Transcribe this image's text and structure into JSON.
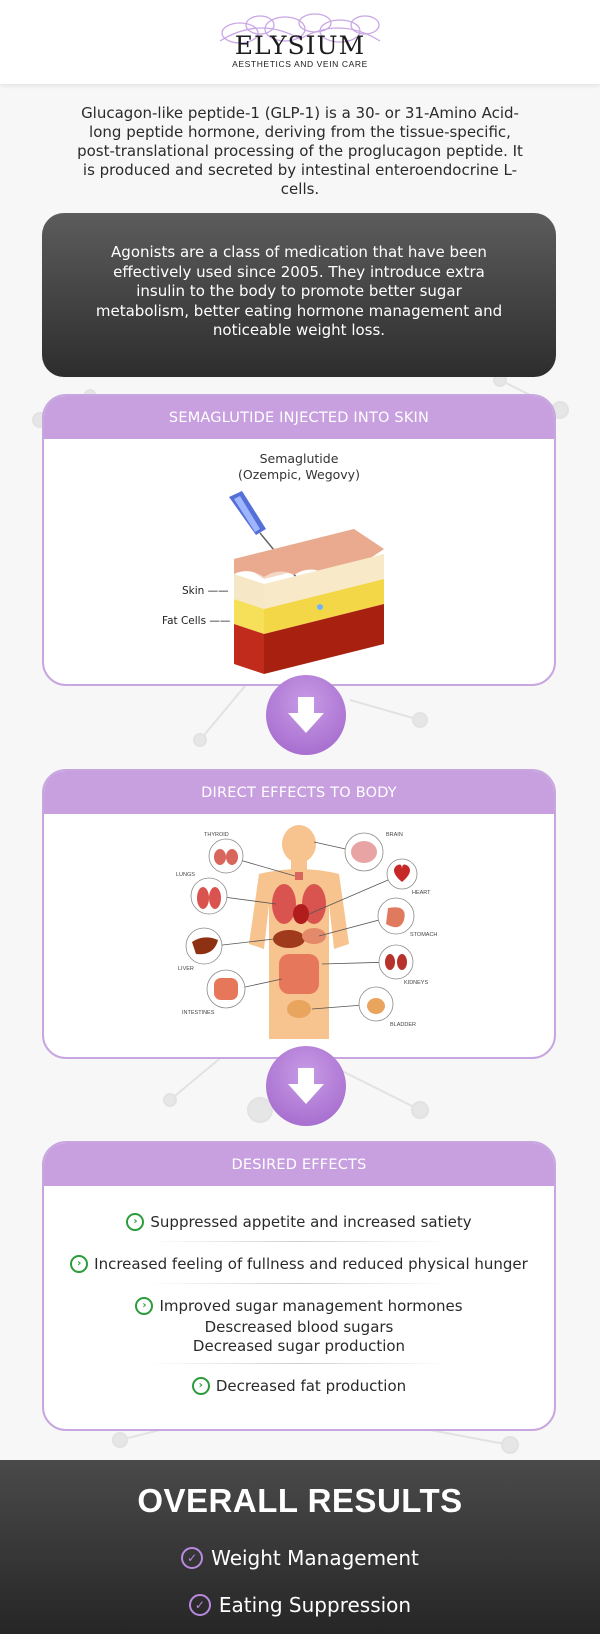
{
  "header": {
    "logo_name": "ELYSIUM",
    "logo_sub": "AESTHETICS AND VEIN CARE",
    "logo_icon": "orchid-flower-icon"
  },
  "intro": {
    "text": "Glucagon-like peptide-1 (GLP-1) is a 30- or 31-Amino Acid-long peptide hormone, deriving from the tissue-specific, post-translational processing of the proglucagon peptide. It is produced and secreted by intestinal enteroendocrine L-cells."
  },
  "agonists": {
    "text": "Agonists are a class of medication that have been effectively used since 2005. They introduce extra insulin to the body to promote better sugar metabolism, better eating hormone management and noticeable weight loss."
  },
  "section1": {
    "title": "SEMAGLUTIDE INJECTED INTO SKIN",
    "drug_name": "Semaglutide",
    "drug_brands": "(Ozempic, Wegovy)",
    "label_skin": "Skin",
    "label_fat": "Fat Cells"
  },
  "section2": {
    "title": "DIRECT EFFECTS TO BODY",
    "organs": {
      "thyroid": "THYROID",
      "brain": "BRAIN",
      "lungs": "LUNGS",
      "heart": "HEART",
      "stomach": "STOMACH",
      "liver": "LIVER",
      "kidneys": "KIDNEYS",
      "intestines": "INTESTINES",
      "bladder": "BLADDER"
    }
  },
  "section3": {
    "title": "DESIRED EFFECTS",
    "effects": [
      "Suppressed appetite and increased satiety",
      "Increased feeling of fullness and reduced physical hunger",
      "Improved sugar management hormones",
      "Decreased fat production"
    ],
    "sub_effects": [
      "Descreased blood sugars",
      "Decreased sugar production"
    ]
  },
  "results": {
    "title": "OVERALL RESULTS",
    "items": [
      "Weight Management",
      "Eating Suppression"
    ]
  },
  "colors": {
    "accent_purple": "#c8a0e0",
    "check_green": "#2a9d3a",
    "dark_box": "#3a3a3a"
  }
}
